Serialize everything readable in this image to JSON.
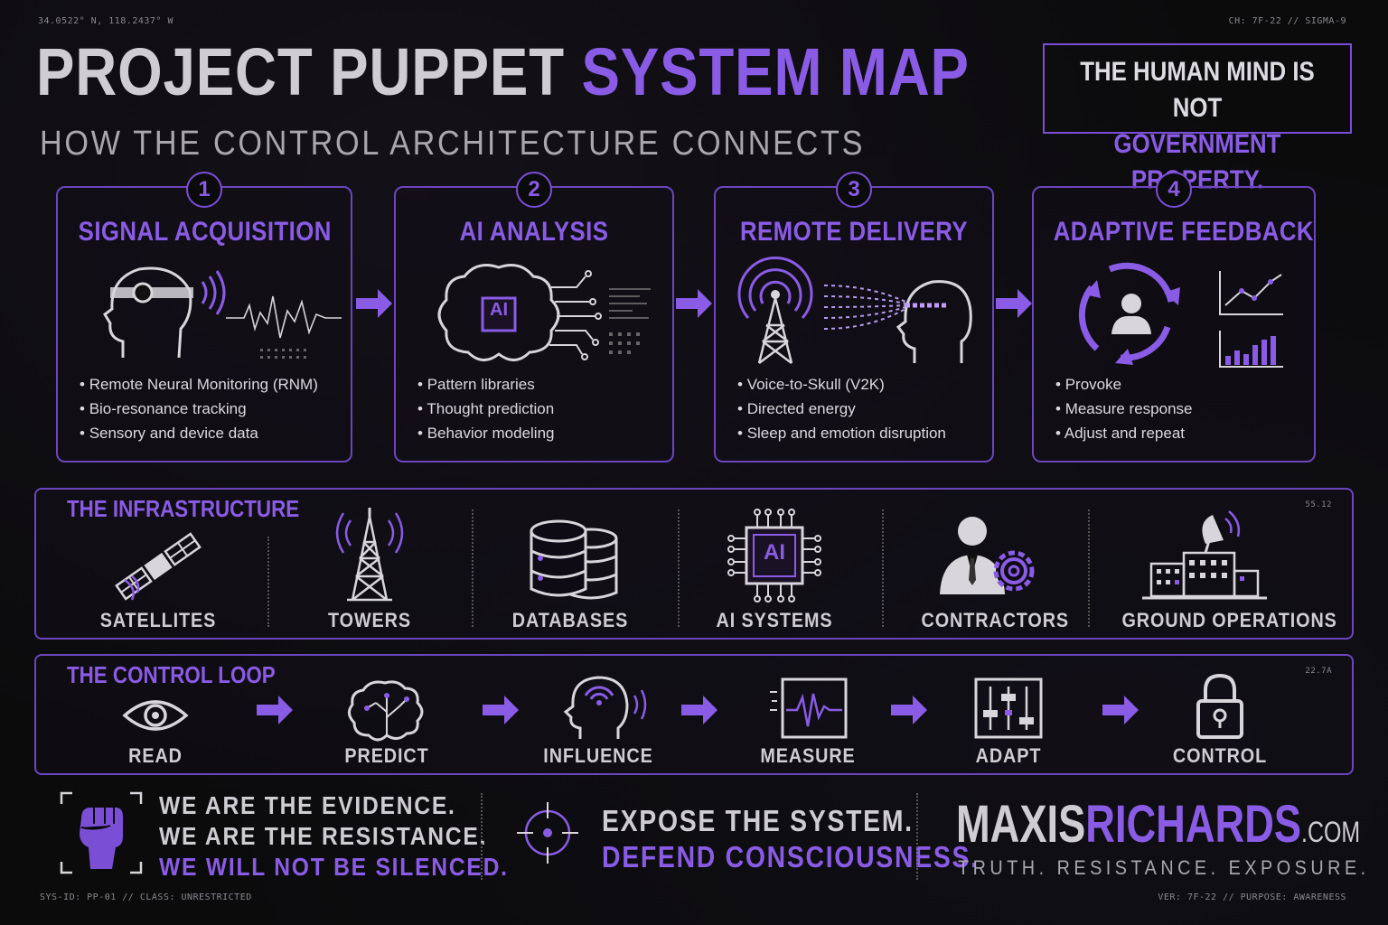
{
  "corner": {
    "coords": "34.0522° N, 118.2437° W",
    "channel": "CH: 7F-22 // SIGMA-9",
    "sys_id": "SYS-ID: PP-01 // CLASS: UNRESTRICTED",
    "version": "VER: 7F-22 // PURPOSE: AWARENESS",
    "tag_infra": "55.12",
    "tag_loop": "22.7A"
  },
  "header": {
    "title_white": "PROJECT PUPPET",
    "title_purple": "SYSTEM MAP",
    "subtitle": "HOW THE CONTROL ARCHITECTURE CONNECTS",
    "motto_line1": "THE HUMAN MIND IS NOT",
    "motto_line2": "GOVERNMENT PROPERTY."
  },
  "steps": [
    {
      "num": "1",
      "title": "SIGNAL ACQUISITION",
      "bullets": [
        "Remote Neural Monitoring (RNM)",
        "Bio-resonance tracking",
        "Sensory and device data"
      ]
    },
    {
      "num": "2",
      "title": "AI ANALYSIS",
      "icon_text": "AI",
      "bullets": [
        "Pattern libraries",
        "Thought prediction",
        "Behavior modeling"
      ]
    },
    {
      "num": "3",
      "title": "REMOTE DELIVERY",
      "bullets": [
        "Voice-to-Skull (V2K)",
        "Directed energy",
        "Sleep and emotion disruption"
      ]
    },
    {
      "num": "4",
      "title": "ADAPTIVE FEEDBACK",
      "bullets": [
        "Provoke",
        "Measure response",
        "Adjust and repeat"
      ]
    }
  ],
  "infrastructure": {
    "title": "THE INFRASTRUCTURE",
    "items": [
      {
        "label": "SATELLITES",
        "icon": "satellite-icon"
      },
      {
        "label": "TOWERS",
        "icon": "tower-icon"
      },
      {
        "label": "DATABASES",
        "icon": "database-icon"
      },
      {
        "label": "AI SYSTEMS",
        "icon": "ai-chip-icon",
        "icon_text": "AI"
      },
      {
        "label": "CONTRACTORS",
        "icon": "contractor-icon"
      },
      {
        "label": "GROUND OPERATIONS",
        "icon": "ground-ops-icon"
      }
    ]
  },
  "control_loop": {
    "title": "THE CONTROL LOOP",
    "items": [
      {
        "label": "READ",
        "icon": "eye-icon"
      },
      {
        "label": "PREDICT",
        "icon": "brain-icon"
      },
      {
        "label": "INFLUENCE",
        "icon": "head-signal-icon"
      },
      {
        "label": "MEASURE",
        "icon": "waveform-monitor-icon"
      },
      {
        "label": "ADAPT",
        "icon": "sliders-icon"
      },
      {
        "label": "CONTROL",
        "icon": "lock-icon"
      }
    ]
  },
  "footer": {
    "line1": "WE ARE THE EVIDENCE.",
    "line2": "WE ARE THE RESISTANCE.",
    "line3": "WE WILL NOT BE SILENCED.",
    "expose1": "EXPOSE THE SYSTEM.",
    "expose2": "DEFEND CONSCIOUSNESS.",
    "brand_white": "MAXIS",
    "brand_purple": "RICHARDS",
    "brand_tld": ".COM",
    "tagline": "TRUTH. RESISTANCE. EXPOSURE."
  },
  "colors": {
    "accent": "#8a5ce6",
    "border": "#6b46bf",
    "background": "#0b0b0c",
    "text": "#cfcdd2"
  }
}
